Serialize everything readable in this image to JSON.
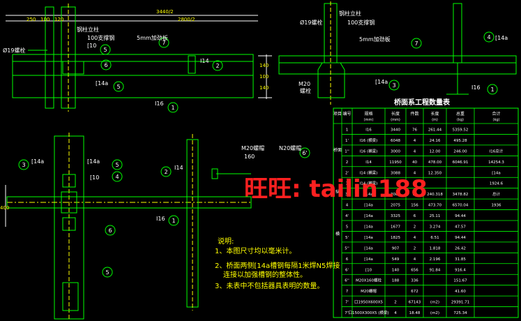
{
  "colors": {
    "bg": "#000000",
    "green": "#00ff00",
    "white": "#ffffff",
    "yellow": "#ffff00",
    "cyan": "#00ffff",
    "red": "#ff0000",
    "watermark": "#ff2020"
  },
  "dims": {
    "top_total": "3440/2",
    "left_a": "250",
    "left_b": "100",
    "mid_a": "120",
    "mid_b": "2800/2",
    "right_a": "140",
    "right_b": "100",
    "right_c": "140",
    "side_dim": "400"
  },
  "labels": {
    "d19": "Ø19螺栓",
    "col_top": "钢柱立柱",
    "stiff100": "100支撑钢",
    "plate5": "5mm加劲板",
    "c10": "[10",
    "i14": "I14",
    "c14a": "[14a",
    "i16": "I16",
    "d19_b": "Ø19螺栓",
    "col_b": "钢柱立柱",
    "stiff_b": "100支撑钢",
    "plate_b": "5mm加劲板",
    "c14a_b": "[14a",
    "c14a_b2": "[14a",
    "m20": "M20",
    "bolt": "螺栓",
    "i16_b": "I16",
    "c14a_p": "[14a",
    "c14a_p2": "[14a",
    "c10_p": "[10",
    "i14_p": "I14",
    "i16_p": "I16",
    "m20_nut": "M20螺帽",
    "n20_nut": "N20螺帽",
    "d160": "160",
    "dim_side": "400"
  },
  "circles": {
    "n1": "1",
    "n2": "2",
    "n3": "3",
    "n4": "4",
    "n5": "5",
    "n6": "6",
    "n7": "7",
    "n6p": "6'"
  },
  "notes": {
    "title": "说明:",
    "n1": "1、本图尺寸均以毫米计。",
    "n2": "2、桥面两侧[14a槽钢每隔1米焊N5焊接",
    "n2b": "连接以加强槽钢的整体性。",
    "n3": "3、未表中不包括器具表明的数量。"
  },
  "table": {
    "title": "桥面系工程数量表",
    "headers": [
      "项目",
      "编号",
      "规格 (mm)",
      "长度 (mm)",
      "件数",
      "长度 (m)",
      "总重 (kg)",
      "合计 (kg)"
    ],
    "side_groups": [
      "桥面",
      "纵",
      "横"
    ],
    "rows": [
      [
        "1",
        "I16",
        "3440",
        "76",
        "261.44",
        "5359.52",
        ""
      ],
      [
        "1'",
        "I16 (横梁)",
        "6048",
        "4",
        "24.16",
        "495.28",
        ""
      ],
      [
        "1''",
        "I16 (横梁)",
        "3000",
        "4",
        "12.00",
        "246.00",
        "I16总计"
      ],
      [
        "2",
        "I14",
        "11950",
        "40",
        "478.00",
        "6046.91",
        "14254.3"
      ],
      [
        "2'",
        "I14 (横梁)",
        "3088",
        "4",
        "12.350",
        "",
        "[14a"
      ],
      [
        "3",
        "I14 (横梁)",
        "",
        "",
        "",
        "",
        "1924.6"
      ],
      [
        "3'",
        "[14a",
        "3081",
        "78",
        "240.318",
        "3478.82",
        "总计"
      ],
      [
        "4",
        "[14a",
        "2075",
        "156",
        "473.70",
        "6570.04",
        "1936"
      ],
      [
        "4'",
        "[14a",
        "3325",
        "6",
        "25.11",
        "94.44",
        ""
      ],
      [
        "5",
        "[14a",
        "1677",
        "2",
        "3.274",
        "47.57",
        ""
      ],
      [
        "5'",
        "[14a",
        "1825",
        "4",
        "6.51",
        "94.44",
        ""
      ],
      [
        "5''",
        "[14a",
        "907",
        "2",
        "1.818",
        "26.42",
        ""
      ],
      [
        "6",
        "[14a",
        "549",
        "4",
        "2.196",
        "31.85",
        ""
      ],
      [
        "6'",
        "[10",
        "140",
        "656",
        "91.84",
        "916.4",
        ""
      ],
      [
        "6''",
        "M20X160螺栓",
        "188",
        "336",
        "",
        "151.67",
        ""
      ],
      [
        "7",
        "M20螺帽",
        "",
        "672",
        "",
        "41.60",
        ""
      ],
      [
        "7'",
        "口1950X600X5",
        "2",
        "67143",
        "(m2)",
        "29391.71",
        ""
      ],
      [
        "7''",
        "口1500X300X5 (横梁)",
        "4",
        "18.48",
        "(m2)",
        "725.34",
        ""
      ]
    ]
  },
  "watermark": "旺旺: tailin188"
}
